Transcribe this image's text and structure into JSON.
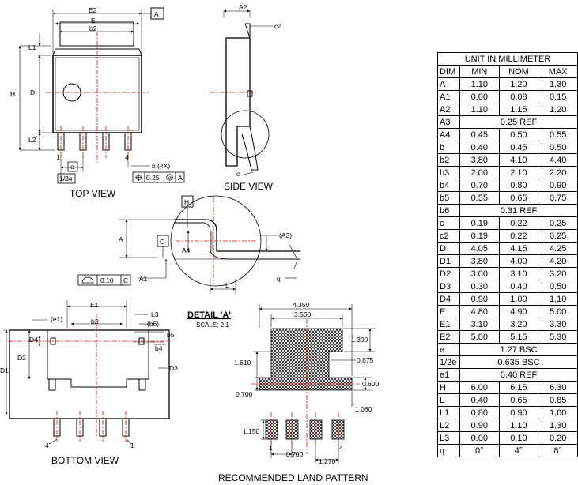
{
  "labels": {
    "top_view": "TOP VIEW",
    "side_view": "SIDE VIEW",
    "bottom_view": "BOTTOM VIEW",
    "detail": "DETAIL 'A'",
    "scale": "SCALE: 2:1",
    "land_pattern": "RECOMMENDED LAND PATTERN"
  },
  "top": {
    "E2": "E2",
    "E": "E",
    "b2": "b2",
    "A": "A",
    "L1": "L1",
    "H": "H",
    "D": "D",
    "L2": "L2",
    "pin1": "1",
    "pin4": "4",
    "e": "e",
    "half_e": "1/2e",
    "b4x": "b (4X)",
    "tol_value": "0.25",
    "tol_ref": "A",
    "tol_modifier": "M"
  },
  "side": {
    "A2": "A2",
    "c2": "c2",
    "c": "c"
  },
  "detail": {
    "H": "H",
    "C": "C",
    "A": "A",
    "A4": "A4",
    "A3": "(A3)",
    "A1": "A1",
    "L": "L",
    "q": "q",
    "flat_value": "0.10",
    "flat_ref": "C"
  },
  "bottom": {
    "E1": "E1",
    "e1": "(e1)",
    "b3": "b3",
    "L3": "L3",
    "b6": "(b6)",
    "b5": "b5",
    "D4": "D4",
    "b4": "b4",
    "D2": "D2",
    "D1": "D1",
    "D3": "D3",
    "pin4": "4",
    "pin1": "1"
  },
  "land": {
    "w_total": "4.350",
    "w_pad": "3.500",
    "h_top": "1.300",
    "h_1610": "1.610",
    "h_0875": "0.875",
    "h_0600": "0.600",
    "h_0700": "0.700",
    "h_1060": "1.060",
    "h_1150": "1.150",
    "pitch_0700": "0.700",
    "pitch_1270": "1.270",
    "pin1": "1",
    "pin4": "4"
  },
  "table": {
    "title": "UNIT IN MILLIMETER",
    "headers": [
      "DIM",
      "MIN",
      "NOM",
      "MAX"
    ],
    "rows": [
      [
        "A",
        "1.10",
        "1.20",
        "1.30"
      ],
      [
        "A1",
        "0.00",
        "0.08",
        "0.15"
      ],
      [
        "A2",
        "1.10",
        "1.15",
        "1.20"
      ],
      [
        "A3",
        "0.25 REF"
      ],
      [
        "A4",
        "0.45",
        "0.50",
        "0.55"
      ],
      [
        "b",
        "0.40",
        "0.45",
        "0.50"
      ],
      [
        "b2",
        "3.80",
        "4.10",
        "4.40"
      ],
      [
        "b3",
        "2.00",
        "2.10",
        "2.20"
      ],
      [
        "b4",
        "0.70",
        "0.80",
        "0.90"
      ],
      [
        "b5",
        "0.55",
        "0.65",
        "0.75"
      ],
      [
        "b6",
        "0.31 REF"
      ],
      [
        "c",
        "0.19",
        "0.22",
        "0.25"
      ],
      [
        "c2",
        "0.19",
        "0.22",
        "0.25"
      ],
      [
        "D",
        "4.05",
        "4.15",
        "4.25"
      ],
      [
        "D1",
        "3.80",
        "4.00",
        "4.20"
      ],
      [
        "D2",
        "3.00",
        "3.10",
        "3.20"
      ],
      [
        "D3",
        "0.30",
        "0.40",
        "0.50"
      ],
      [
        "D4",
        "0.90",
        "1.00",
        "1.10"
      ],
      [
        "E",
        "4.80",
        "4.90",
        "5.00"
      ],
      [
        "E1",
        "3.10",
        "3.20",
        "3.30"
      ],
      [
        "E2",
        "5.00",
        "5.15",
        "5.30"
      ],
      [
        "e",
        "1.27 BSC"
      ],
      [
        "1/2e",
        "0.635 BSC"
      ],
      [
        "e1",
        "0.40 REF"
      ],
      [
        "H",
        "6.00",
        "6.15",
        "6.30"
      ],
      [
        "L",
        "0.40",
        "0.65",
        "0.85"
      ],
      [
        "L1",
        "0.80",
        "0.90",
        "1.00"
      ],
      [
        "L2",
        "0.90",
        "1.10",
        "1.30"
      ],
      [
        "L3",
        "0.00",
        "0.10",
        "0.20"
      ],
      [
        "q",
        "0°",
        "4°",
        "8°"
      ]
    ]
  }
}
